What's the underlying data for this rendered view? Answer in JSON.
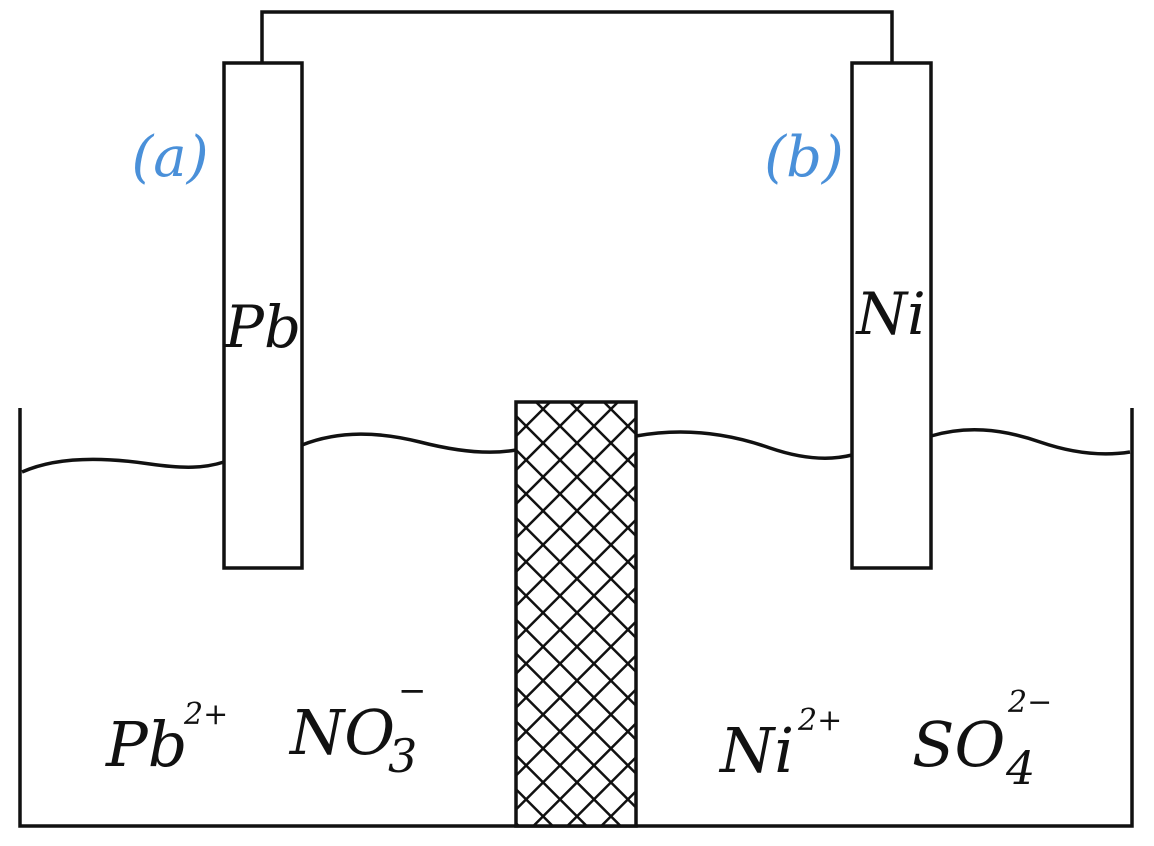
{
  "colors": {
    "ink": "#111111",
    "label_blue": "#4a90d9",
    "background": "#ffffff"
  },
  "electrodes": {
    "left": {
      "tag": "(a)",
      "metal": "Pb"
    },
    "right": {
      "tag": "(b)",
      "metal": "Ni"
    }
  },
  "solutions": {
    "left": {
      "cation": {
        "symbol": "Pb",
        "charge": "2+"
      },
      "anion": {
        "symbol": "NO",
        "subscript": "3",
        "charge": "−"
      }
    },
    "right": {
      "cation": {
        "symbol": "Ni",
        "charge": "2+"
      },
      "anion": {
        "symbol": "SO",
        "subscript": "4",
        "charge": "2−"
      }
    }
  },
  "icons": {
    "salt_bridge": "crosshatch-membrane-icon"
  }
}
